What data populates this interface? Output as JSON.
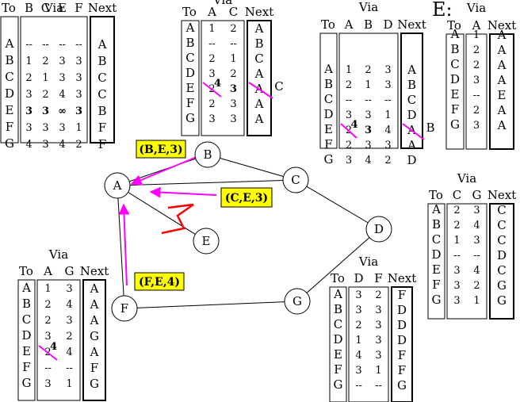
{
  "colors": {
    "update": "#ff00ff",
    "value_changed": "#ff0000",
    "value_new": "#0000cc",
    "message_fill": "#ffff00",
    "failure_link": "#ff0000"
  },
  "network": {
    "nodes": [
      "A",
      "B",
      "C",
      "D",
      "E",
      "F",
      "G"
    ],
    "links": [
      [
        "A",
        "B"
      ],
      [
        "A",
        "C"
      ],
      [
        "A",
        "E"
      ],
      [
        "A",
        "F"
      ],
      [
        "B",
        "C"
      ],
      [
        "C",
        "D"
      ],
      [
        "D",
        "G"
      ],
      [
        "F",
        "G"
      ]
    ],
    "failed_link": [
      "A",
      "E"
    ],
    "failure_icon": "lightning-bolt-icon"
  },
  "messages": [
    {
      "text": "(B,E,3)",
      "from": "B",
      "to": "A"
    },
    {
      "text": "(C,E,3)",
      "from": "C",
      "to": "A"
    },
    {
      "text": "(F,E,4)",
      "from": "F",
      "to": "A"
    }
  ],
  "tables": {
    "B": {
      "to_label": "To",
      "via_label": "Via",
      "next_label": "Next",
      "vias": [
        "B",
        "C",
        "E",
        "F"
      ],
      "dest": [
        "A",
        "B",
        "C",
        "D",
        "E",
        "F",
        "G"
      ],
      "rows": [
        [
          "--",
          "--",
          "--",
          "--"
        ],
        [
          "1",
          "2",
          "3",
          "3"
        ],
        [
          "2",
          "1",
          "3",
          "3"
        ],
        [
          "3",
          "2",
          "4",
          "3"
        ],
        [
          "3",
          "3",
          "∞",
          "3"
        ],
        [
          "3",
          "3",
          "3",
          "1"
        ],
        [
          "4",
          "3",
          "4",
          "2"
        ]
      ],
      "next": [
        "A",
        "B",
        "C",
        "C",
        "B",
        "F",
        "F"
      ],
      "highlights": [
        {
          "row": 4,
          "col": 0,
          "kind": "new"
        },
        {
          "row": 4,
          "col": 1,
          "kind": "new"
        },
        {
          "row": 4,
          "col": 2,
          "kind": "changed"
        },
        {
          "row": 4,
          "col": 3,
          "kind": "new"
        },
        {
          "row": 4,
          "col": "next",
          "kind": "changed"
        }
      ]
    },
    "C": {
      "to_label": "To",
      "via_label": "Via",
      "next_label": "Next",
      "vias": [
        "A",
        "C"
      ],
      "dest": [
        "A",
        "B",
        "C",
        "D",
        "E",
        "F",
        "G"
      ],
      "rows": [
        [
          "1",
          "2"
        ],
        [
          "--",
          "--"
        ],
        [
          "2",
          "1"
        ],
        [
          "3",
          "2"
        ],
        [
          "2",
          "3"
        ],
        [
          "2",
          "3"
        ],
        [
          "3",
          "3"
        ]
      ],
      "next": [
        "A",
        "B",
        "C",
        "A",
        "A",
        "A",
        "A"
      ],
      "highlights": [
        {
          "row": 4,
          "col": 0,
          "kind": "changed",
          "new_value": "4"
        },
        {
          "row": 4,
          "col": 1,
          "kind": "new"
        },
        {
          "row": 4,
          "col": "next",
          "kind": "changed",
          "new_value": "C"
        }
      ]
    },
    "A": {
      "to_label": "To",
      "via_label": "Via",
      "next_label": "Next",
      "vias": [
        "A",
        "B",
        "D"
      ],
      "dest": [
        "A",
        "B",
        "C",
        "D",
        "E",
        "F",
        "G"
      ],
      "rows": [
        [
          "1",
          "2",
          "3"
        ],
        [
          "2",
          "1",
          "3"
        ],
        [
          "--",
          "--",
          "--"
        ],
        [
          "3",
          "3",
          "1"
        ],
        [
          "2",
          "3",
          "4"
        ],
        [
          "2",
          "3",
          "3"
        ],
        [
          "3",
          "4",
          "2"
        ]
      ],
      "next": [
        "A",
        "B",
        "C",
        "D",
        "A",
        "A",
        "D"
      ],
      "highlights": [
        {
          "row": 4,
          "col": 0,
          "kind": "changed",
          "new_value": "4"
        },
        {
          "row": 4,
          "col": 1,
          "kind": "new"
        },
        {
          "row": 4,
          "col": "next",
          "kind": "changed",
          "new_value": "B"
        }
      ]
    },
    "E": {
      "title": "E:",
      "to_label": "To",
      "via_label": "Via",
      "next_label": "Next",
      "vias": [
        "A"
      ],
      "dest": [
        "A",
        "B",
        "C",
        "D",
        "E",
        "F",
        "G"
      ],
      "rows": [
        [
          "1"
        ],
        [
          "2"
        ],
        [
          "2"
        ],
        [
          "3"
        ],
        [
          "--"
        ],
        [
          "2"
        ],
        [
          "3"
        ]
      ],
      "next": [
        "A",
        "A",
        "A",
        "A",
        "E",
        "A",
        "A"
      ],
      "highlights": []
    },
    "D": {
      "to_label": "To",
      "via_label": "Via",
      "next_label": "Next",
      "vias": [
        "C",
        "G"
      ],
      "dest": [
        "A",
        "B",
        "C",
        "D",
        "E",
        "F",
        "G"
      ],
      "rows": [
        [
          "2",
          "3"
        ],
        [
          "2",
          "4"
        ],
        [
          "1",
          "3"
        ],
        [
          "--",
          "--"
        ],
        [
          "3",
          "4"
        ],
        [
          "3",
          "2"
        ],
        [
          "3",
          "1"
        ]
      ],
      "next": [
        "C",
        "C",
        "C",
        "D",
        "C",
        "G",
        "G"
      ],
      "highlights": []
    },
    "F": {
      "to_label": "To",
      "via_label": "Via",
      "next_label": "Next",
      "vias": [
        "A",
        "G"
      ],
      "dest": [
        "A",
        "B",
        "C",
        "D",
        "E",
        "F",
        "G"
      ],
      "rows": [
        [
          "1",
          "3"
        ],
        [
          "2",
          "4"
        ],
        [
          "2",
          "3"
        ],
        [
          "3",
          "2"
        ],
        [
          "2",
          "4"
        ],
        [
          "--",
          "--"
        ],
        [
          "3",
          "1"
        ]
      ],
      "next": [
        "A",
        "A",
        "A",
        "G",
        "A",
        "F",
        "G"
      ],
      "highlights": [
        {
          "row": 4,
          "col": 0,
          "kind": "changed",
          "new_value": "4"
        }
      ]
    },
    "G": {
      "to_label": "To",
      "via_label": "Via",
      "next_label": "Next",
      "vias": [
        "D",
        "F"
      ],
      "dest": [
        "A",
        "B",
        "C",
        "D",
        "E",
        "F",
        "G"
      ],
      "rows": [
        [
          "3",
          "2"
        ],
        [
          "3",
          "3"
        ],
        [
          "2",
          "3"
        ],
        [
          "1",
          "3"
        ],
        [
          "4",
          "3"
        ],
        [
          "3",
          "1"
        ],
        [
          "--",
          "--"
        ]
      ],
      "next": [
        "F",
        "D",
        "D",
        "D",
        "F",
        "F",
        "G"
      ],
      "highlights": []
    }
  }
}
